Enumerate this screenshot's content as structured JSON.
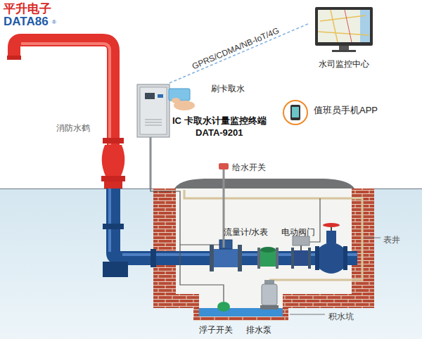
{
  "diagram": {
    "nodes": [
      {
        "text": [
          "IC 卡取水计量监控终端",
          "DATA-9201"
        ]
      },
      {
        "text": [
          "水司监控中心"
        ]
      },
      {
        "text": [
          "值班员手机APP"
        ]
      }
    ],
    "edges": [
      {
        "from": 0,
        "to": 1,
        "label": "GPRS/CDMA/NB-IoT/4G",
        "arrow": "none"
      }
    ],
    "labels": [
      "平升电子",
      "DATA86",
      "®",
      "消防水鹤",
      "刷卡取水",
      "给水开关",
      "流量计/水表",
      "电动阀门",
      "表井",
      "积水坑",
      "浮子开关",
      "排水泵"
    ]
  }
}
